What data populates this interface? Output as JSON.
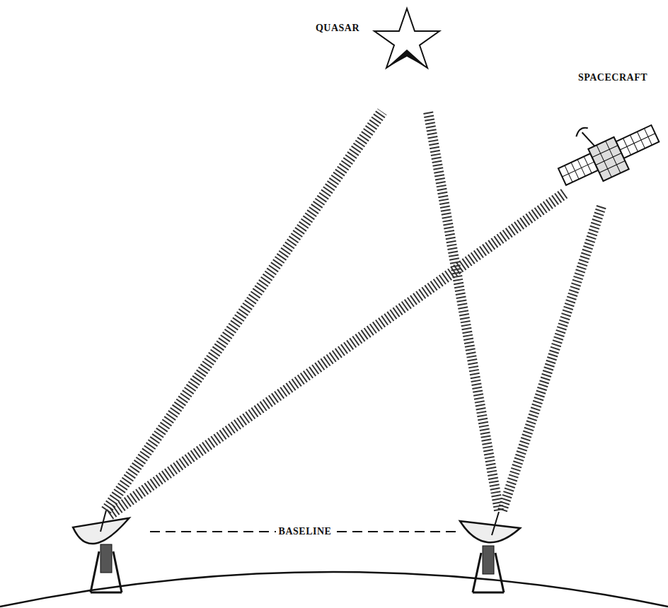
{
  "diagram": {
    "labels": [
      "QUASAR",
      "SPACECRAFT",
      "BASELINE"
    ]
  }
}
